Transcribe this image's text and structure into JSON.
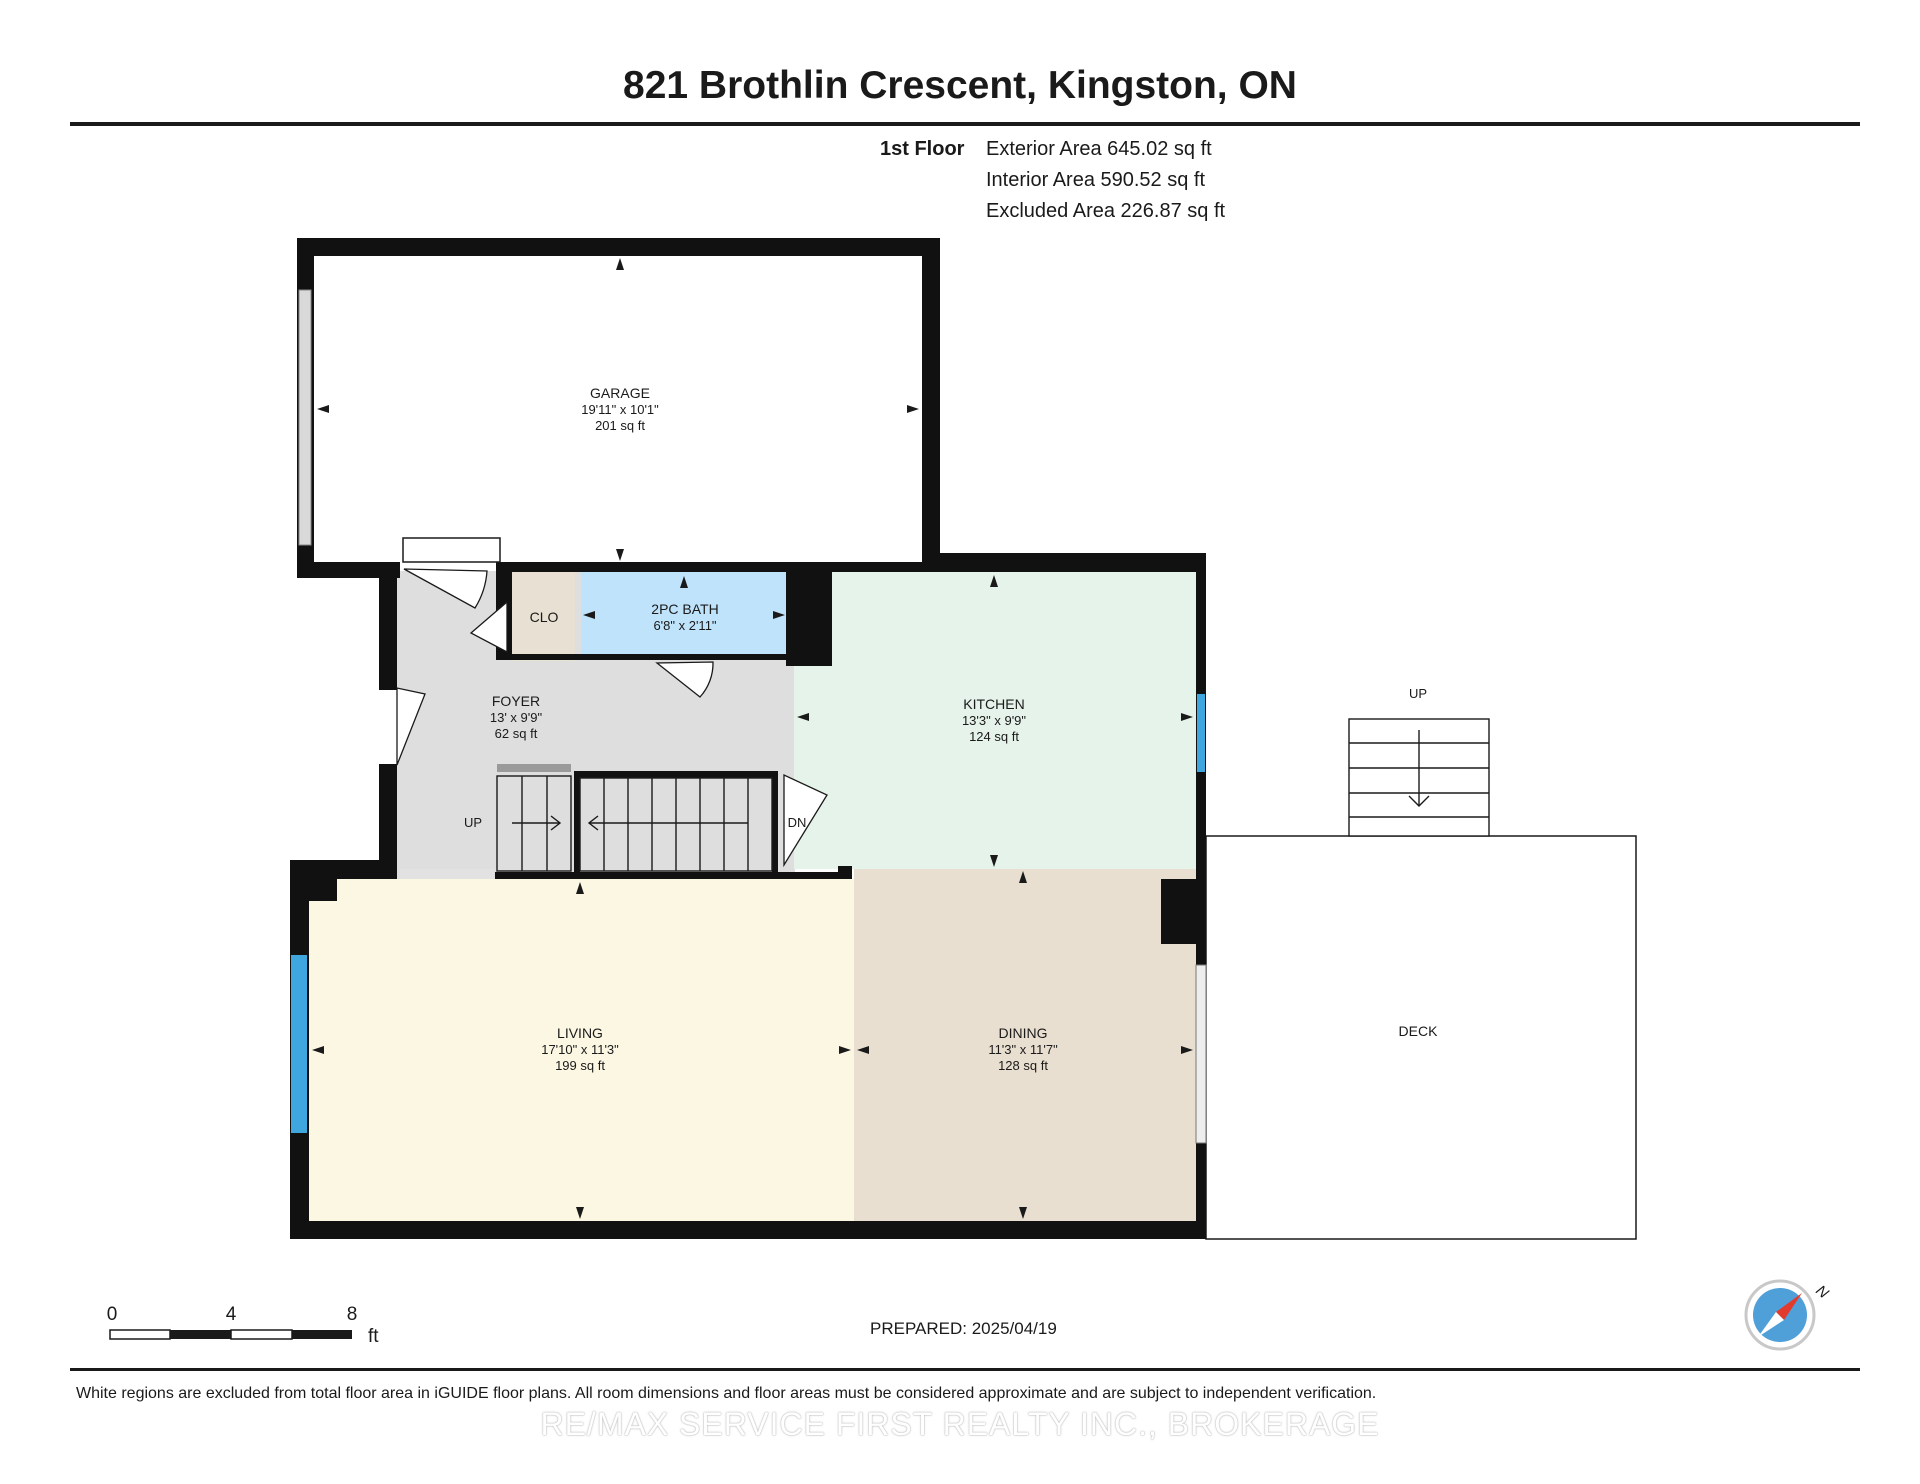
{
  "title": "821 Brothlin Crescent, Kingston, ON",
  "floor": {
    "label": "1st Floor",
    "exterior_area": "Exterior Area 645.02 sq ft",
    "interior_area": "Interior Area 590.52 sq ft",
    "excluded_area": "Excluded Area 226.87 sq ft"
  },
  "rooms": {
    "garage": {
      "name": "GARAGE",
      "dims": "19'11\" x 10'1\"",
      "area": "201 sq ft",
      "color": "#ffffff"
    },
    "bath": {
      "name": "2PC BATH",
      "dims": "6'8\" x 2'11\"",
      "color": "#bfe3fb"
    },
    "closet": {
      "name": "CLO",
      "color": "#e8e0d2"
    },
    "foyer": {
      "name": "FOYER",
      "dims": "13' x 9'9\"",
      "area": "62 sq ft",
      "color": "#dedede"
    },
    "kitchen": {
      "name": "KITCHEN",
      "dims": "13'3\" x 9'9\"",
      "area": "124 sq ft",
      "color": "#e5f3ea"
    },
    "living": {
      "name": "LIVING",
      "dims": "17'10\" x 11'3\"",
      "area": "199 sq ft",
      "color": "#fcf7e3"
    },
    "dining": {
      "name": "DINING",
      "dims": "11'3\" x 11'7\"",
      "area": "128 sq ft",
      "color": "#e9dfd0"
    },
    "deck": {
      "name": "DECK",
      "color": "#ffffff"
    }
  },
  "stairs": {
    "up": "UP",
    "down": "DN",
    "deck_up": "UP"
  },
  "scale": {
    "zero": "0",
    "mid": "4",
    "end": "8",
    "unit": "ft"
  },
  "compass": {
    "north": "N"
  },
  "prepared": "PREPARED: 2025/04/19",
  "disclaimer": "White regions are excluded from total floor area in iGUIDE floor plans. All room dimensions and floor areas must be considered approximate and are subject to independent verification.",
  "watermark": "RE/MAX SERVICE FIRST REALTY INC., BROKERAGE",
  "colors": {
    "wall": "#111111",
    "window": "#3fa7de",
    "ink": "#1a1a1a"
  }
}
